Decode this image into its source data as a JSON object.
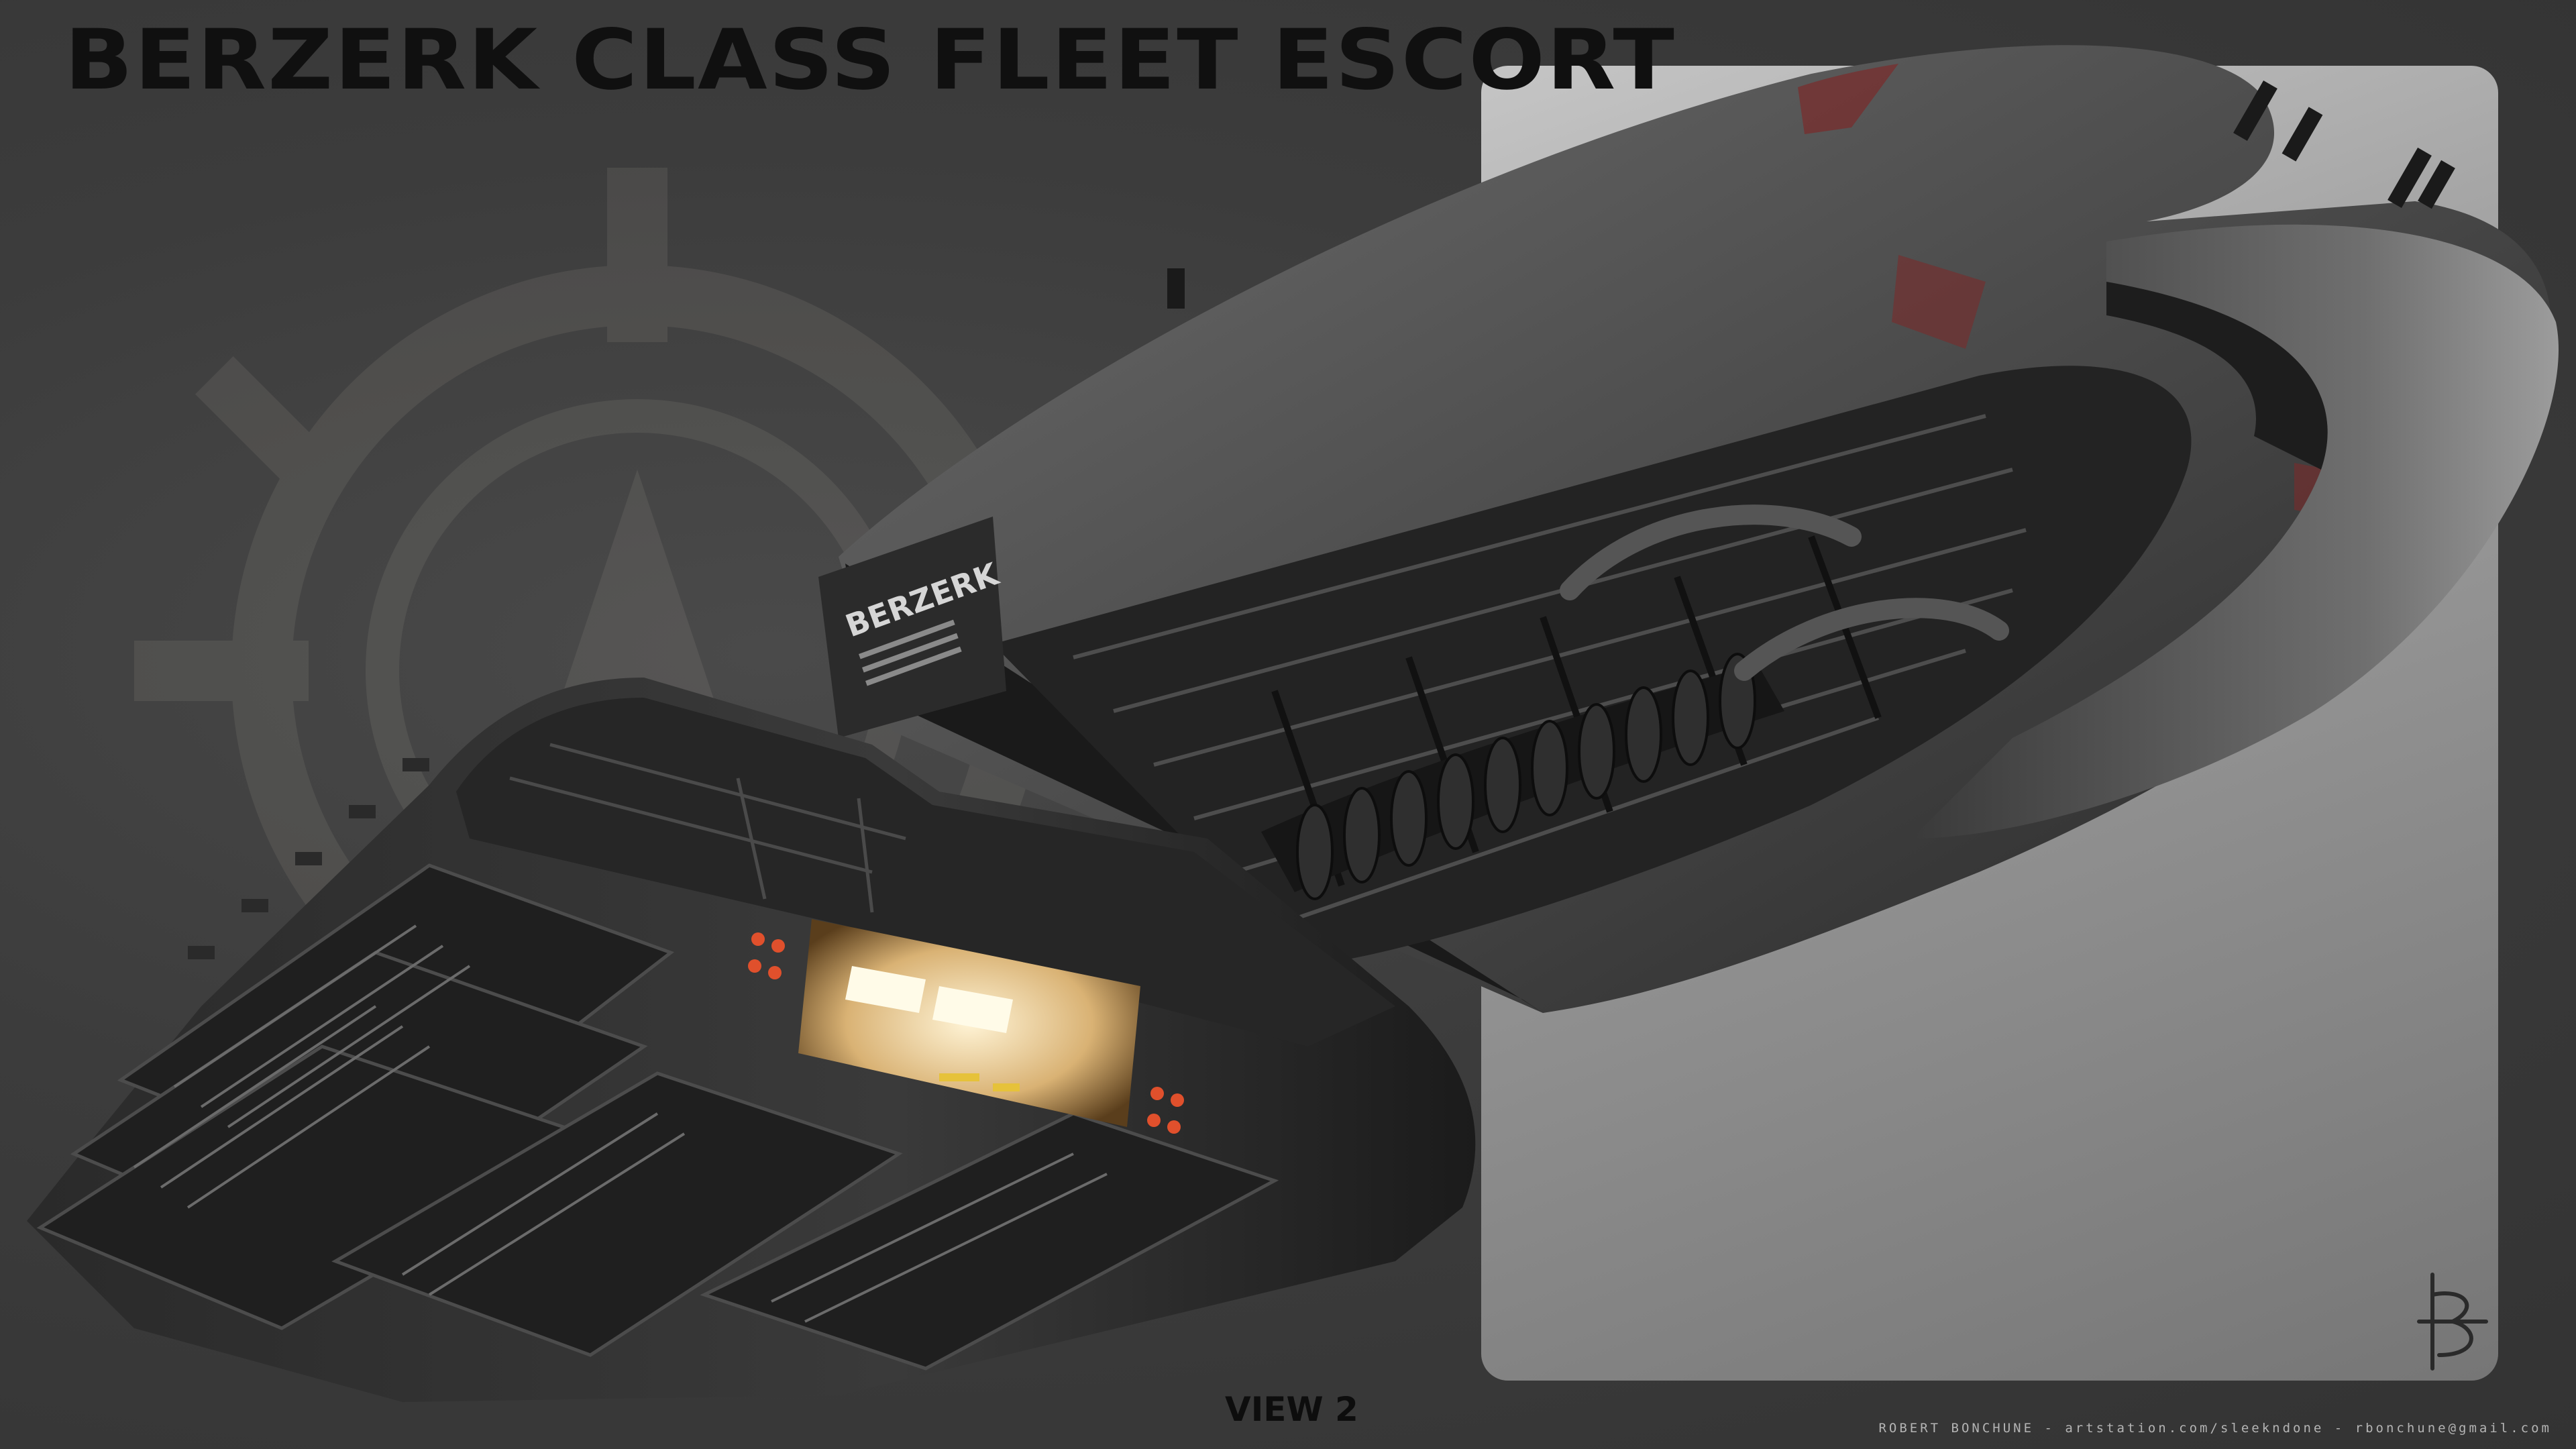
{
  "title": "BERZERK CLASS FLEET ESCORT",
  "view_label": "VIEW 2",
  "hull_name": "BERZERK",
  "credit": "ROBERT BONCHUNE - artstation.com/sleekndone - rbonchune@gmail.com",
  "colors": {
    "background": "#3a3a3a",
    "panel": "#a8a8a8",
    "hull_dark": "#1e1e1e",
    "hull_light": "#8a8a8a",
    "accent_red": "#7a2b2b",
    "hangar_glow": "#f3d9a4",
    "lights_red": "#e0502c"
  }
}
